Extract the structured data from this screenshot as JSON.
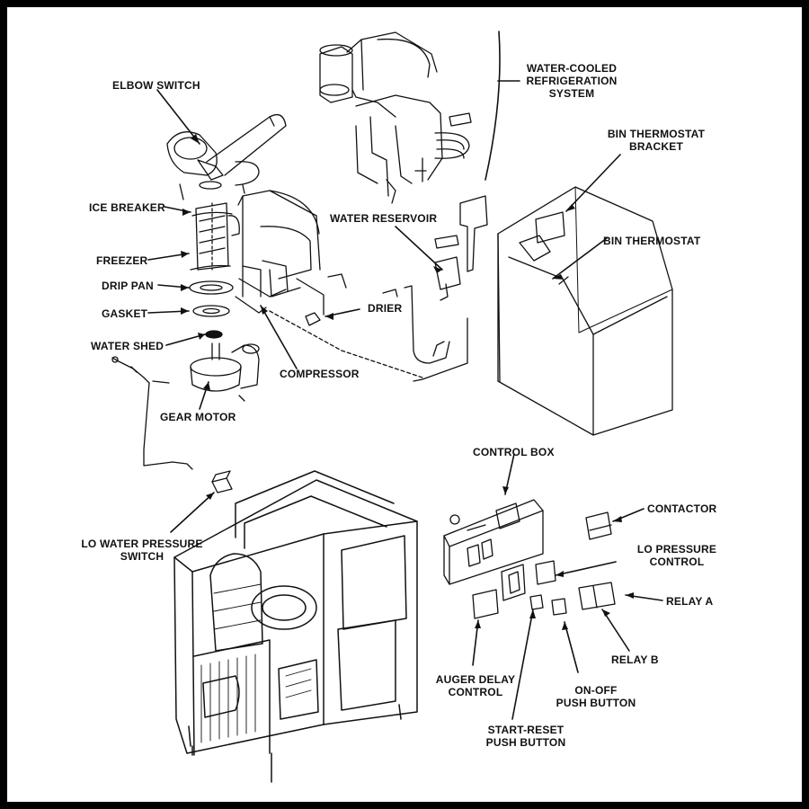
{
  "colors": {
    "frame": "#000000",
    "ink": "#111111",
    "paper": "#ffffff"
  },
  "labels": {
    "elbow_switch": "ELBOW SWITCH",
    "ice_breaker": "ICE BREAKER",
    "freezer": "FREEZER",
    "drip_pan": "DRIP PAN",
    "gasket": "GASKET",
    "water_shed": "WATER SHED",
    "gear_motor": "GEAR MOTOR",
    "compressor": "COMPRESSOR",
    "drier": "DRIER",
    "water_reservoir": "WATER RESERVOIR",
    "water_cooled_refrigeration_system": "WATER-COOLED\nREFRIGERATION\nSYSTEM",
    "bin_thermostat_bracket": "BIN THERMOSTAT\nBRACKET",
    "bin_thermostat": "BIN THERMOSTAT",
    "lo_water_pressure_switch": "LO WATER PRESSURE\nSWITCH",
    "control_box": "CONTROL BOX",
    "contactor": "CONTACTOR",
    "lo_pressure_control": "LO PRESSURE\nCONTROL",
    "relay_a": "RELAY A",
    "relay_b": "RELAY B",
    "on_off_push_button": "ON-OFF\nPUSH BUTTON",
    "auger_delay_control": "AUGER DELAY\nCONTROL",
    "start_reset_push_button": "START-RESET\nPUSH BUTTON"
  }
}
